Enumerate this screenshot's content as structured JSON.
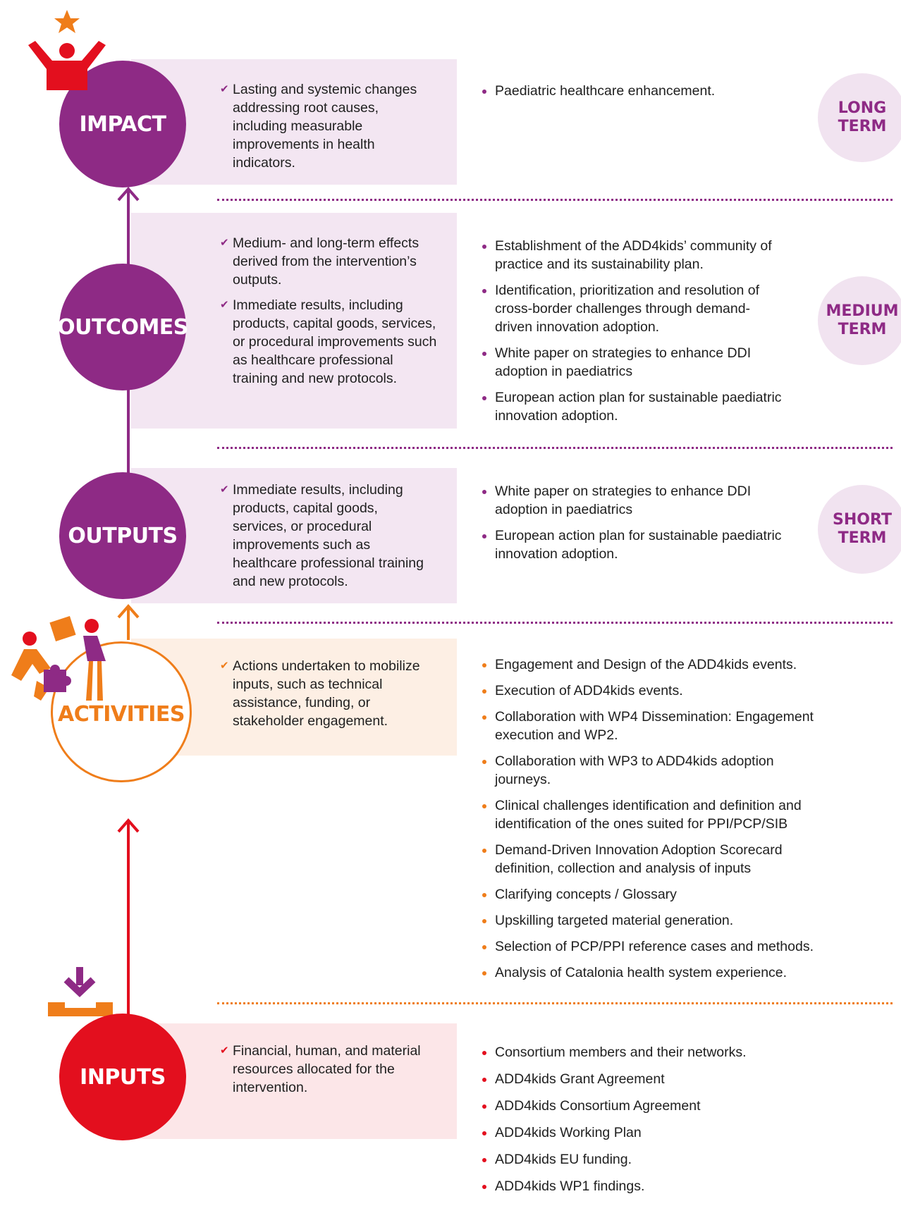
{
  "colors": {
    "purple": "#8e2a85",
    "orange": "#ef7d1a",
    "red": "#e30f1e",
    "purple_panel": "#f3e6f2",
    "orange_panel": "#fdefe4",
    "red_panel": "#fce6e8",
    "term_bg": "#f1e3f0"
  },
  "impact": {
    "label": "IMPACT",
    "icon": "person-celebrating-star-icon",
    "desc": [
      "Lasting and systemic changes addressing root causes, including measurable improvements in health indicators."
    ],
    "bullets": [
      "Paediatric healthcare enhancement."
    ],
    "term": [
      "LONG",
      "TERM"
    ]
  },
  "outcomes": {
    "label": "OUTCOMES",
    "desc": [
      "Medium- and long-term effects derived from the intervention’s outputs.",
      "Immediate results, including products, capital goods, services, or procedural improvements such as healthcare professional training and new protocols."
    ],
    "bullets": [
      "Establishment of the ADD4kids’ community of practice and its sustainability plan.",
      "Identification, prioritization and resolution of cross-border challenges through demand-driven innovation adoption.",
      "White paper on strategies to enhance DDI adoption in paediatrics",
      "European action plan for sustainable paediatric innovation adoption."
    ],
    "term": [
      "MEDIUM",
      "TERM"
    ]
  },
  "outputs": {
    "label": "OUTPUTS",
    "desc": [
      "Immediate results, including products, capital goods, services, or procedural improvements such as healthcare professional training and new protocols."
    ],
    "bullets": [
      "White paper on strategies to enhance DDI adoption in paediatrics",
      "European action plan for sustainable paediatric innovation adoption."
    ],
    "term": [
      "SHORT",
      "TERM"
    ]
  },
  "activities": {
    "label": "ACTIVITIES",
    "icon": "people-puzzle-icon",
    "desc": [
      "Actions undertaken to mobilize inputs, such as technical assistance, funding, or stakeholder engagement."
    ],
    "bullets": [
      "Engagement and Design of the ADD4kids events.",
      "Execution of ADD4kids events.",
      "Collaboration with WP4 Dissemination: Engagement execution and WP2.",
      "Collaboration with WP3 to ADD4kids adoption journeys.",
      "Clinical challenges identification and definition and identification of the ones suited for PPI/PCP/SIB",
      "Demand-Driven Innovation Adoption Scorecard definition, collection and analysis of inputs",
      "Clarifying concepts / Glossary",
      "Upskilling targeted material generation.",
      "Selection of PCP/PPI reference cases and methods.",
      "Analysis of Catalonia health system experience."
    ]
  },
  "inputs": {
    "label": "INPUTS",
    "icon": "download-tray-icon",
    "desc": [
      "Financial, human, and material resources allocated for the intervention."
    ],
    "bullets": [
      "Consortium members and their networks.",
      "ADD4kids Grant Agreement",
      "ADD4kids Consortium Agreement",
      "ADD4kids Working Plan",
      "ADD4kids EU funding.",
      "ADD4kids WP1 findings."
    ]
  }
}
